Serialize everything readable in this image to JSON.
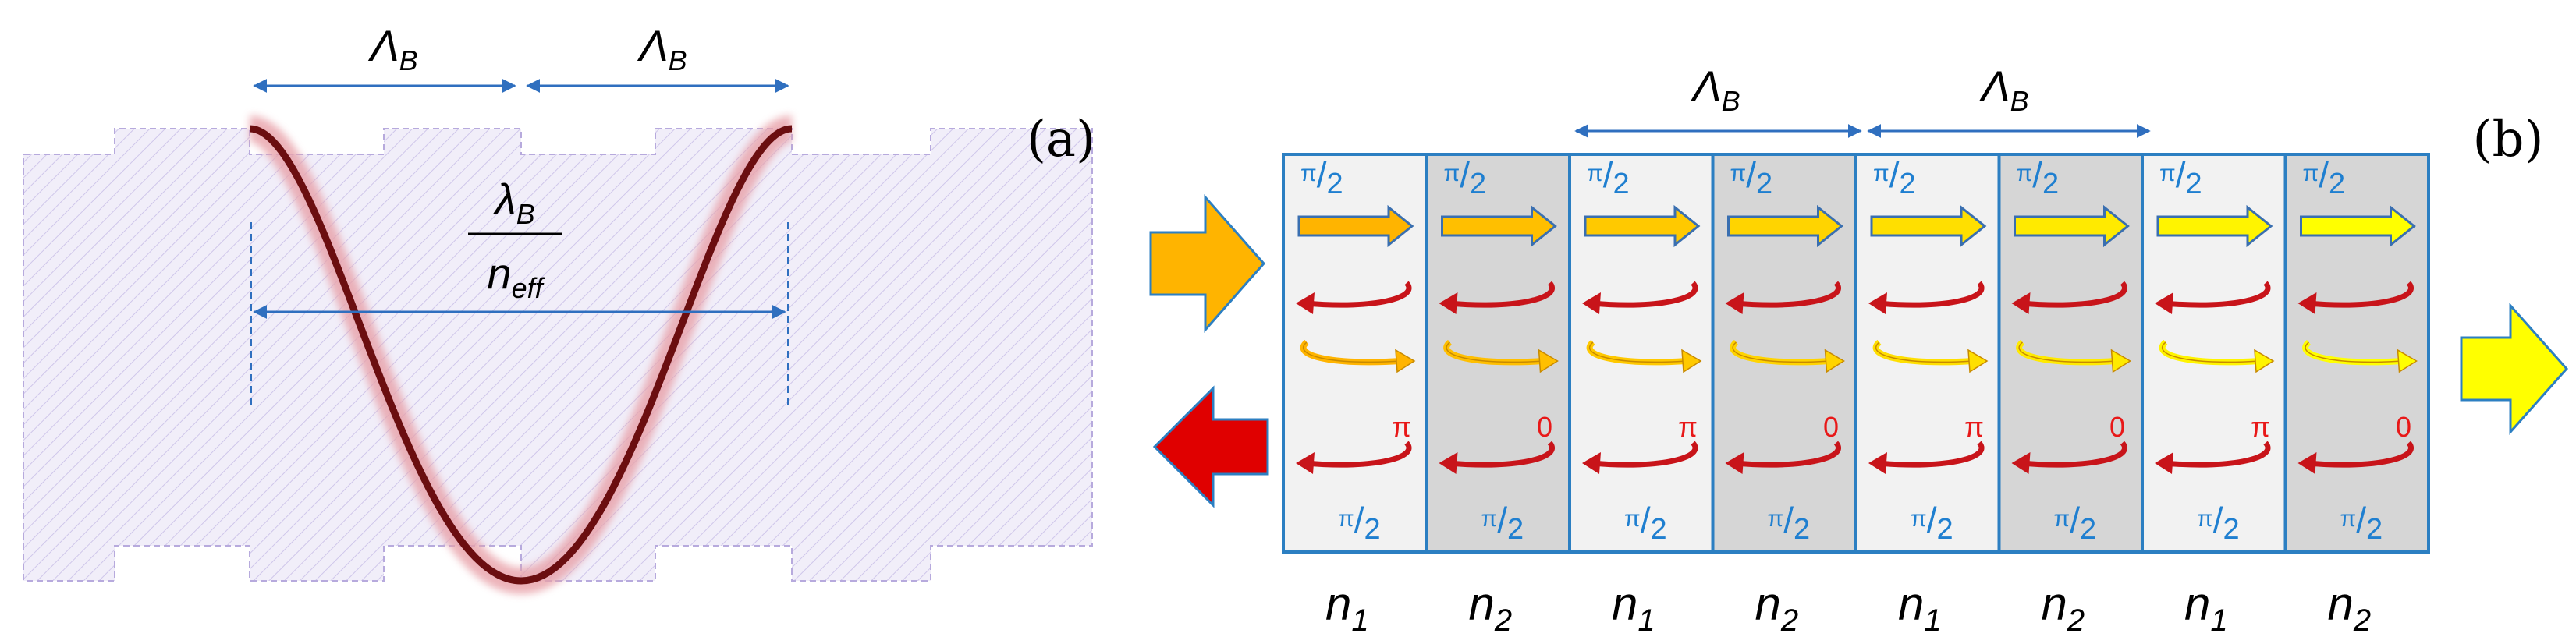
{
  "panel_a": {
    "panel_label": "(a)",
    "period_label_left": "Λ",
    "period_label_right": "Λ",
    "period_sub": "B",
    "wavelength_num": "λ",
    "wavelength_num_sub": "B",
    "wavelength_den": "n",
    "wavelength_den_sub": "eff"
  },
  "panel_b": {
    "panel_label": "(b)",
    "period_label_left": "Λ",
    "period_label_right": "Λ",
    "period_sub": "B",
    "cells": [
      {
        "index": "n",
        "sub": "1",
        "shade": "light",
        "phase_top": "π",
        "phase_top_den": "2",
        "phase_bottom": "π",
        "phase_bottom_den": "2",
        "reflect_phase": "π"
      },
      {
        "index": "n",
        "sub": "2",
        "shade": "dark",
        "phase_top": "π",
        "phase_top_den": "2",
        "phase_bottom": "π",
        "phase_bottom_den": "2",
        "reflect_phase": "0"
      },
      {
        "index": "n",
        "sub": "1",
        "shade": "light",
        "phase_top": "π",
        "phase_top_den": "2",
        "phase_bottom": "π",
        "phase_bottom_den": "2",
        "reflect_phase": "π"
      },
      {
        "index": "n",
        "sub": "2",
        "shade": "dark",
        "phase_top": "π",
        "phase_top_den": "2",
        "phase_bottom": "π",
        "phase_bottom_den": "2",
        "reflect_phase": "0"
      },
      {
        "index": "n",
        "sub": "1",
        "shade": "light",
        "phase_top": "π",
        "phase_top_den": "2",
        "phase_bottom": "π",
        "phase_bottom_den": "2",
        "reflect_phase": "π"
      },
      {
        "index": "n",
        "sub": "2",
        "shade": "dark",
        "phase_top": "π",
        "phase_top_den": "2",
        "phase_bottom": "π",
        "phase_bottom_den": "2",
        "reflect_phase": "0"
      },
      {
        "index": "n",
        "sub": "1",
        "shade": "light",
        "phase_top": "π",
        "phase_top_den": "2",
        "phase_bottom": "π",
        "phase_bottom_den": "2",
        "reflect_phase": "π"
      },
      {
        "index": "n",
        "sub": "2",
        "shade": "dark",
        "phase_top": "π",
        "phase_top_den": "2",
        "phase_bottom": "π",
        "phase_bottom_den": "2",
        "reflect_phase": "0"
      }
    ]
  },
  "colors": {
    "dimension_blue": "#2f6fbf",
    "phase_blue": "#1f7fd0",
    "phase_red": "#e81818",
    "reflect_red": "#c8141a",
    "incident_orange": "#ffb400",
    "transmit_yellow": "#ffff00",
    "grating_fill": "#f1eef9",
    "grating_edge": "#b7aadd",
    "curve": "#6b0e10",
    "cell_light": "#f2f2f2",
    "cell_dark": "#d6d6d6",
    "cell_border": "#2c7fc2"
  }
}
